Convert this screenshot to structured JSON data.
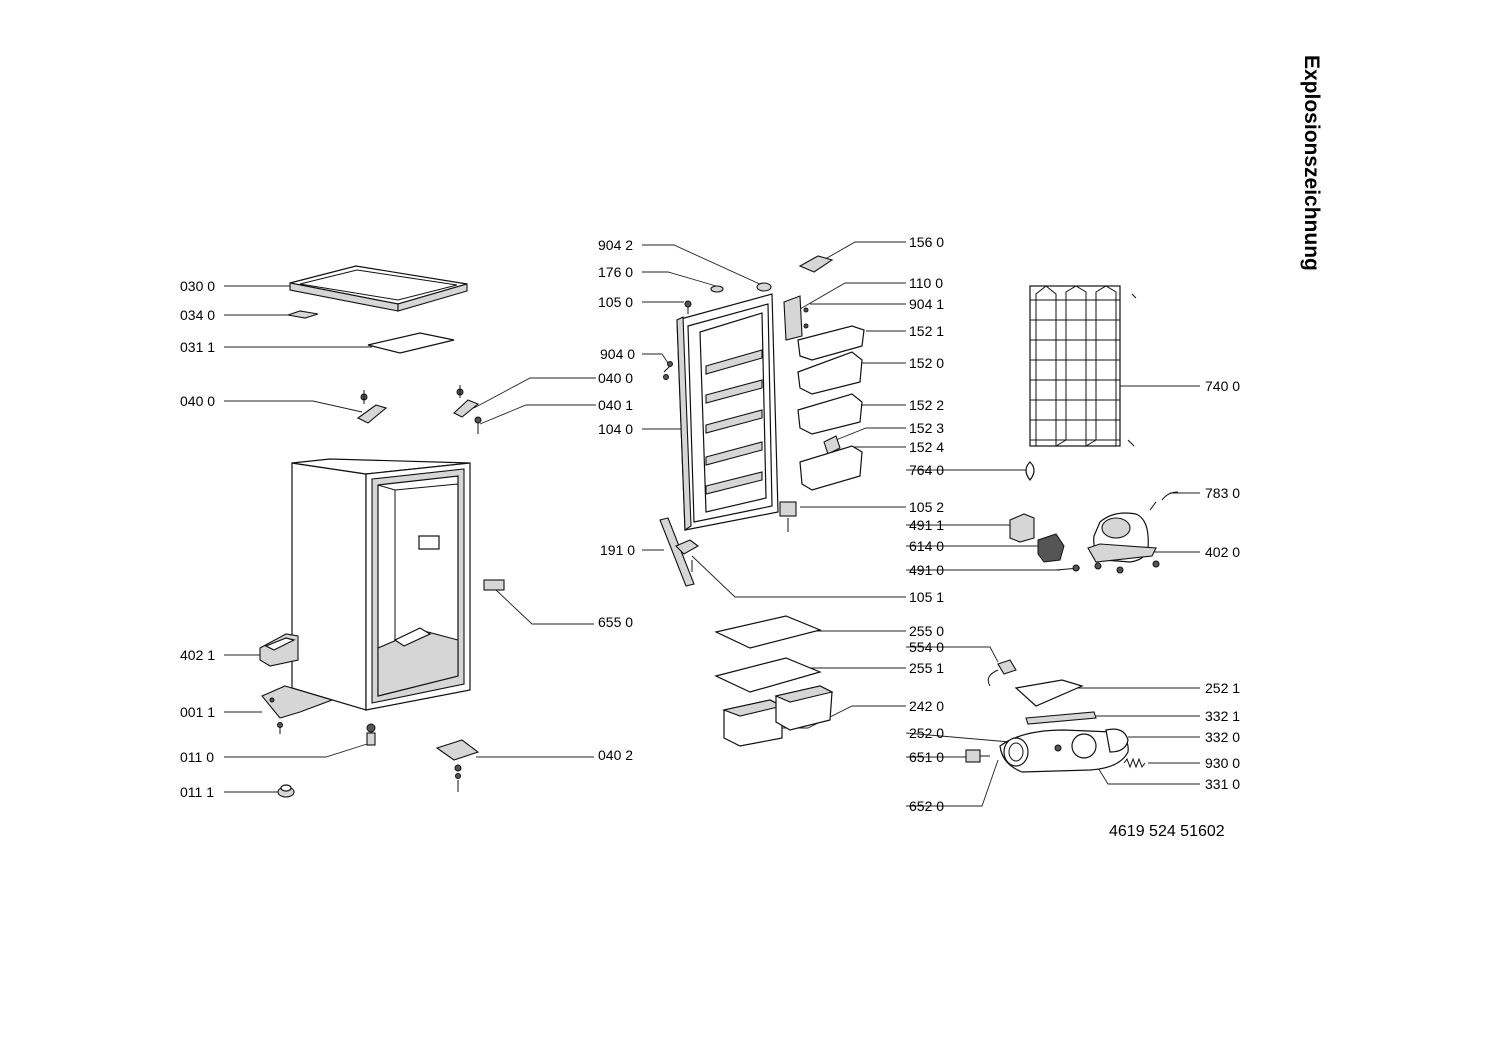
{
  "title": "Explosionszeichnung",
  "document_number": "4619 524 51602",
  "labels": {
    "l0300": "030 0",
    "l0340": "034 0",
    "l0311": "031 1",
    "l0400a": "040 0",
    "l4021": "402 1",
    "l0011": "001 1",
    "l0110": "011 0",
    "l0111": "011 1",
    "l9042": "904 2",
    "l1760": "176 0",
    "l1050": "105 0",
    "l9040": "904 0",
    "l0400b": "040 0",
    "l0401": "040 1",
    "l1040": "104 0",
    "l1910": "191 0",
    "l6550": "655 0",
    "l0402": "040 2",
    "l1560": "156 0",
    "l1100": "110 0",
    "l9041": "904 1",
    "l1521": "152 1",
    "l1520": "152 0",
    "l1522": "152 2",
    "l1523": "152 3",
    "l1524": "152 4",
    "l7640": "764 0",
    "l1052": "105 2",
    "l4911": "491 1",
    "l6140": "614 0",
    "l4910": "491 0",
    "l1051": "105 1",
    "l2550": "255 0",
    "l5540": "554 0",
    "l2551": "255 1",
    "l2420": "242 0",
    "l2520": "252 0",
    "l6510": "651 0",
    "l6520": "652 0",
    "l7400": "740 0",
    "l7830": "783 0",
    "l4020": "402 0",
    "l2521": "252 1",
    "l3321": "332 1",
    "l3320": "332 0",
    "l9300": "930 0",
    "l3310": "331 0"
  }
}
